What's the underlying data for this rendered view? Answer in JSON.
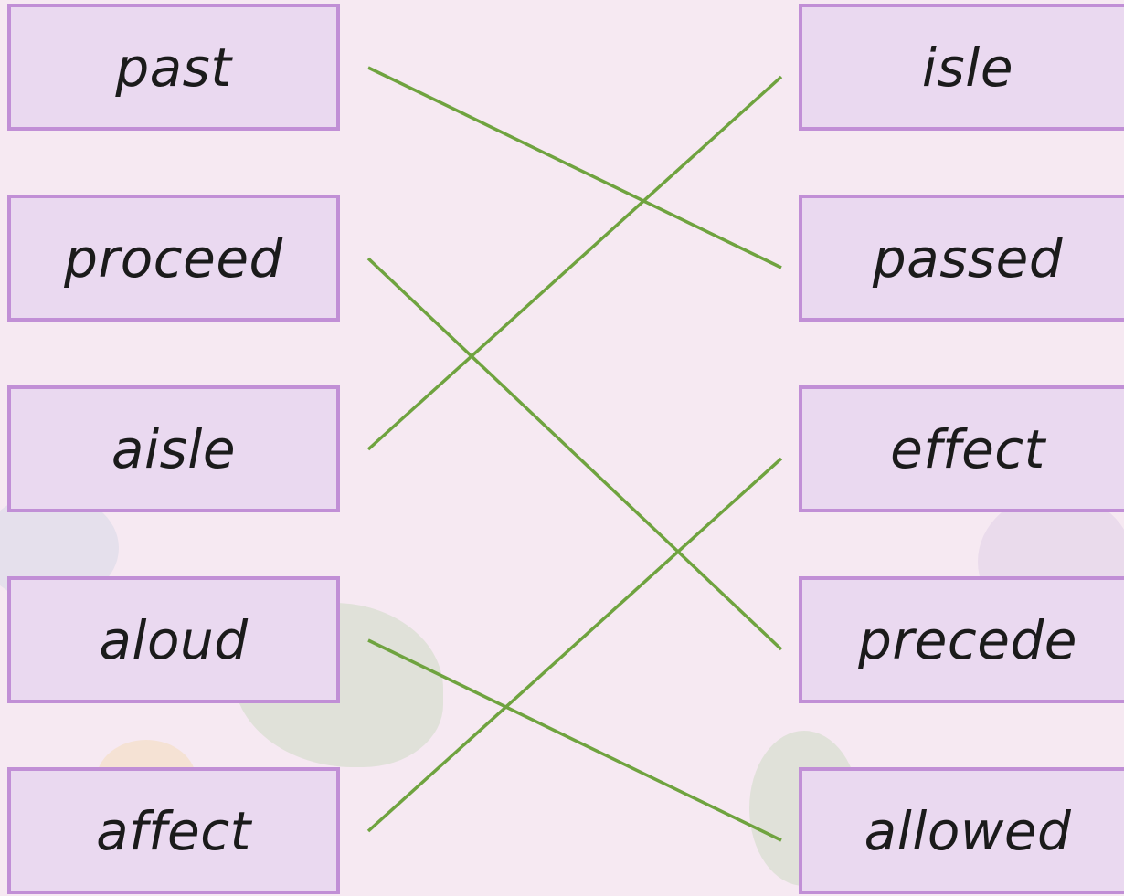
{
  "left_words": [
    "past",
    "proceed",
    "aisle",
    "aloud",
    "affect"
  ],
  "right_words": [
    "isle",
    "passed",
    "effect",
    "precede",
    "allowed"
  ],
  "matches": [
    {
      "left": "past",
      "right": "passed"
    },
    {
      "left": "proceed",
      "right": "precede"
    },
    {
      "left": "aisle",
      "right": "isle"
    },
    {
      "left": "aloud",
      "right": "allowed"
    },
    {
      "left": "affect",
      "right": "effect"
    }
  ],
  "colors": {
    "background": "#f6e9f2",
    "card_fill": "#ead9f0",
    "card_border": "#c18fd6",
    "line": "#6fa33f"
  }
}
